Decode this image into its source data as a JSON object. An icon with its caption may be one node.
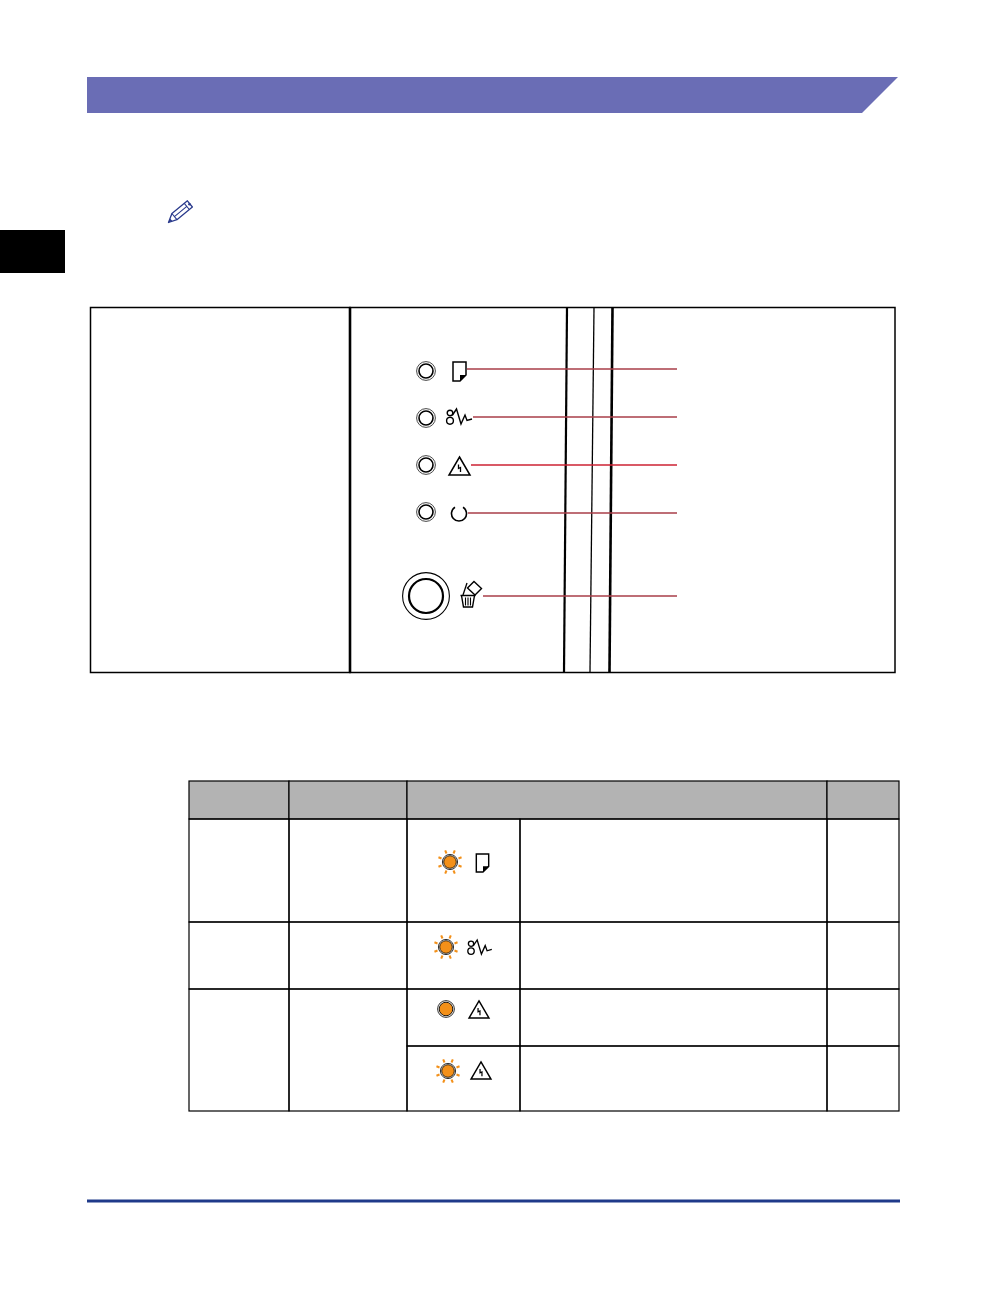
{
  "diagram": {
    "nodes": [
      {
        "text": [],
        "shape": "bar"
      },
      {
        "text": [],
        "shape": "picture"
      },
      {
        "text": [],
        "shape": "picture"
      },
      {
        "text": [],
        "shape": "picture"
      },
      {
        "text": [],
        "shape": "picture"
      },
      {
        "text": [],
        "shape": "picture"
      }
    ],
    "edges": [
      {
        "from": 1,
        "to": null,
        "arrow": "none"
      },
      {
        "from": 2,
        "to": null,
        "arrow": "none"
      },
      {
        "from": 3,
        "to": null,
        "arrow": "none",
        "color": "#cc2233"
      },
      {
        "from": 4,
        "to": null,
        "arrow": "none"
      },
      {
        "from": 5,
        "to": null,
        "arrow": "none"
      }
    ]
  }
}
